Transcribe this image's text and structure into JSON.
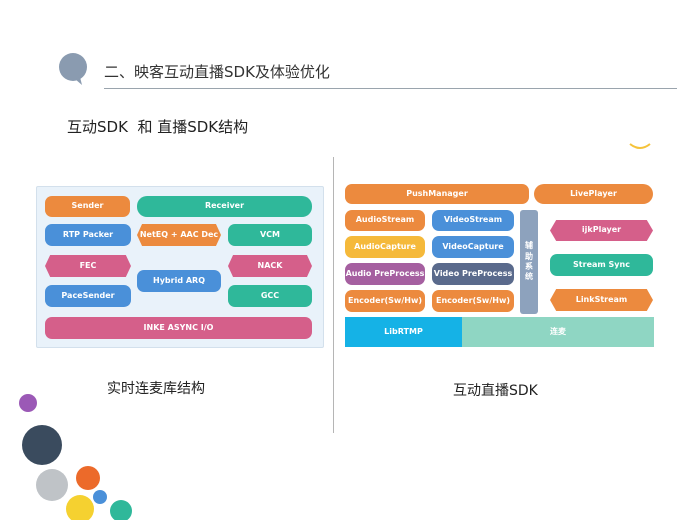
{
  "header": {
    "title": "二、映客互动直播SDK及体验优化"
  },
  "subtitle": "互动SDK  和 直播SDK结构",
  "left_diagram": {
    "caption": "实时连麦库结构",
    "sender": "Sender",
    "receiver": "Receiver",
    "rtp_packer": "RTP Packer",
    "neteq": "NetEQ + AAC Dec",
    "vcm": "VCM",
    "fec": "FEC",
    "hybrid_arq": "Hybrid ARQ",
    "nack": "NACK",
    "pace_sender": "PaceSender",
    "gcc": "GCC",
    "inke_async": "INKE ASYNC I/O"
  },
  "right_diagram": {
    "caption": "互动直播SDK",
    "push_manager": "PushManager",
    "live_player": "LivePlayer",
    "audio_stream": "AudioStream",
    "video_stream": "VideoStream",
    "aux_system": "辅助系统",
    "ijk_player": "ijkPlayer",
    "audio_capture": "AudioCapture",
    "video_capture": "VideoCapture",
    "stream_sync": "Stream Sync",
    "audio_preprocess": "Audio PreProcess",
    "video_preprocess": "Video PreProcess",
    "encoder_audio": "Encoder(Sw/Hw)",
    "encoder_video": "Encoder(Sw/Hw)",
    "link_stream": "LinkStream",
    "librtmp": "LibRTMP",
    "lianmai": "连麦"
  },
  "colors": {
    "orange": "#ec8a3e",
    "teal": "#2fb89a",
    "blue": "#4a90d9",
    "pink": "#d55f8a",
    "purple": "#a55fa0",
    "yellow": "#f5b93a",
    "navy": "#5a6a8c",
    "grey_blue": "#8da2bd",
    "cyan": "#15b2e6",
    "mint": "#8fd6c3"
  }
}
